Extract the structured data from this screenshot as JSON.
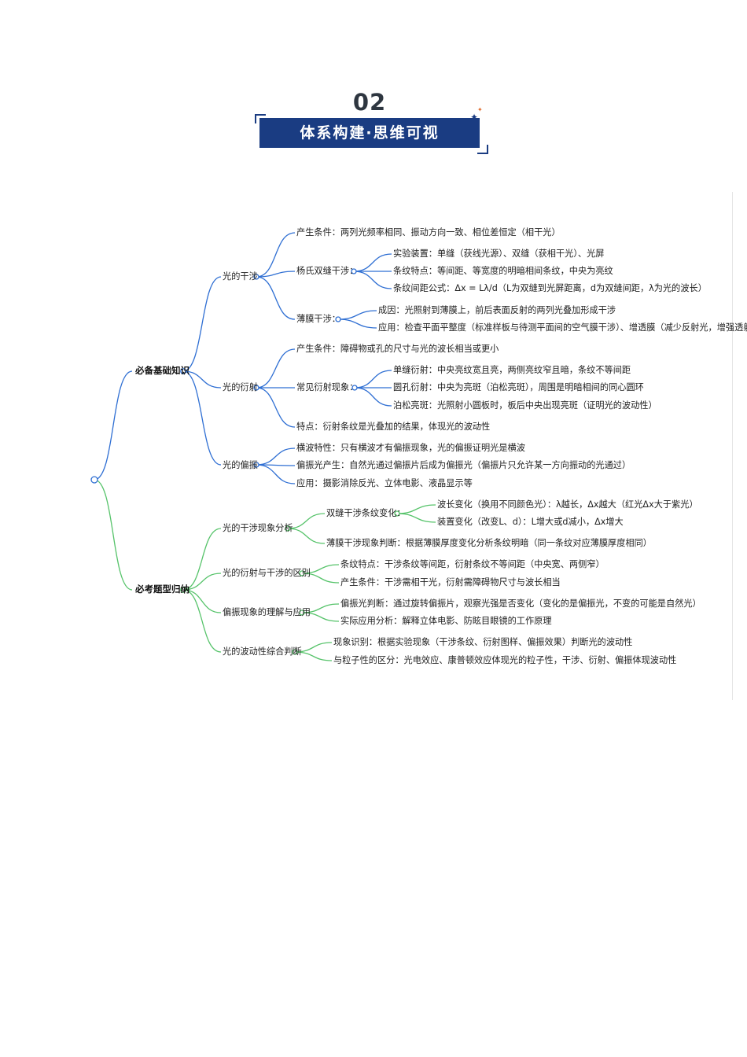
{
  "header": {
    "section_number": "02",
    "title": "体系构建·思维可视"
  },
  "colors": {
    "banner": "#1a3c82",
    "branch_a": "#2f6fd3",
    "branch_b": "#56c36a"
  },
  "mindmap": {
    "branches": [
      {
        "label": "必备基础知识",
        "topics": [
          {
            "label": "光的干涉",
            "items": [
              "产生条件：两列光频率相同、振动方向一致、相位差恒定（相干光）",
              {
                "label": "杨氏双缝干涉：",
                "items": [
                  "实验装置：单缝（获线光源）、双缝（获相干光）、光屏",
                  "条纹特点：等间距、等宽度的明暗相间条纹，中央为亮纹",
                  "条纹间距公式：Δx = Lλ/d（L为双缝到光屏距离，d为双缝间距，λ为光的波长）"
                ]
              },
              {
                "label": "薄膜干涉：",
                "items": [
                  "成因：光照射到薄膜上，前后表面反射的两列光叠加形成干涉",
                  "应用：检查平面平整度（标准样板与待测平面间的空气膜干涉）、增透膜（减少反射光，增强透射光）"
                ]
              }
            ]
          },
          {
            "label": "光的衍射",
            "items": [
              "产生条件：障碍物或孔的尺寸与光的波长相当或更小",
              {
                "label": "常见衍射现象：",
                "items": [
                  "单缝衍射：中央亮纹宽且亮，两侧亮纹窄且暗，条纹不等间距",
                  "圆孔衍射：中央为亮斑（泊松亮斑），周围是明暗相间的同心圆环",
                  "泊松亮斑：光照射小圆板时，板后中央出现亮斑（证明光的波动性）"
                ]
              },
              "特点：衍射条纹是光叠加的结果，体现光的波动性"
            ]
          },
          {
            "label": "光的偏振",
            "items": [
              "横波特性：只有横波才有偏振现象，光的偏振证明光是横波",
              "偏振光产生：自然光通过偏振片后成为偏振光（偏振片只允许某一方向振动的光通过）",
              "应用：摄影消除反光、立体电影、液晶显示等"
            ]
          }
        ]
      },
      {
        "label": "必考题型归纳",
        "topics": [
          {
            "label": "光的干涉现象分析",
            "items": [
              {
                "label": "双缝干涉条纹变化：",
                "items": [
                  "波长变化（换用不同颜色光）：λ越长，Δx越大（红光Δx大于紫光）",
                  "装置变化（改变L、d）：L增大或d减小，Δx增大"
                ]
              },
              "薄膜干涉现象判断：根据薄膜厚度变化分析条纹明暗（同一条纹对应薄膜厚度相同）"
            ]
          },
          {
            "label": "光的衍射与干涉的区别",
            "items": [
              "条纹特点：干涉条纹等间距，衍射条纹不等间距（中央宽、两侧窄）",
              "产生条件：干涉需相干光，衍射需障碍物尺寸与波长相当"
            ]
          },
          {
            "label": "偏振现象的理解与应用",
            "items": [
              "偏振光判断：通过旋转偏振片，观察光强是否变化（变化的是偏振光，不变的可能是自然光）",
              "实际应用分析：解释立体电影、防眩目眼镜的工作原理"
            ]
          },
          {
            "label": "光的波动性综合判断",
            "items": [
              "现象识别：根据实验现象（干涉条纹、衍射图样、偏振效果）判断光的波动性",
              "与粒子性的区分：光电效应、康普顿效应体现光的粒子性，干涉、衍射、偏振体现波动性"
            ]
          }
        ]
      }
    ]
  }
}
